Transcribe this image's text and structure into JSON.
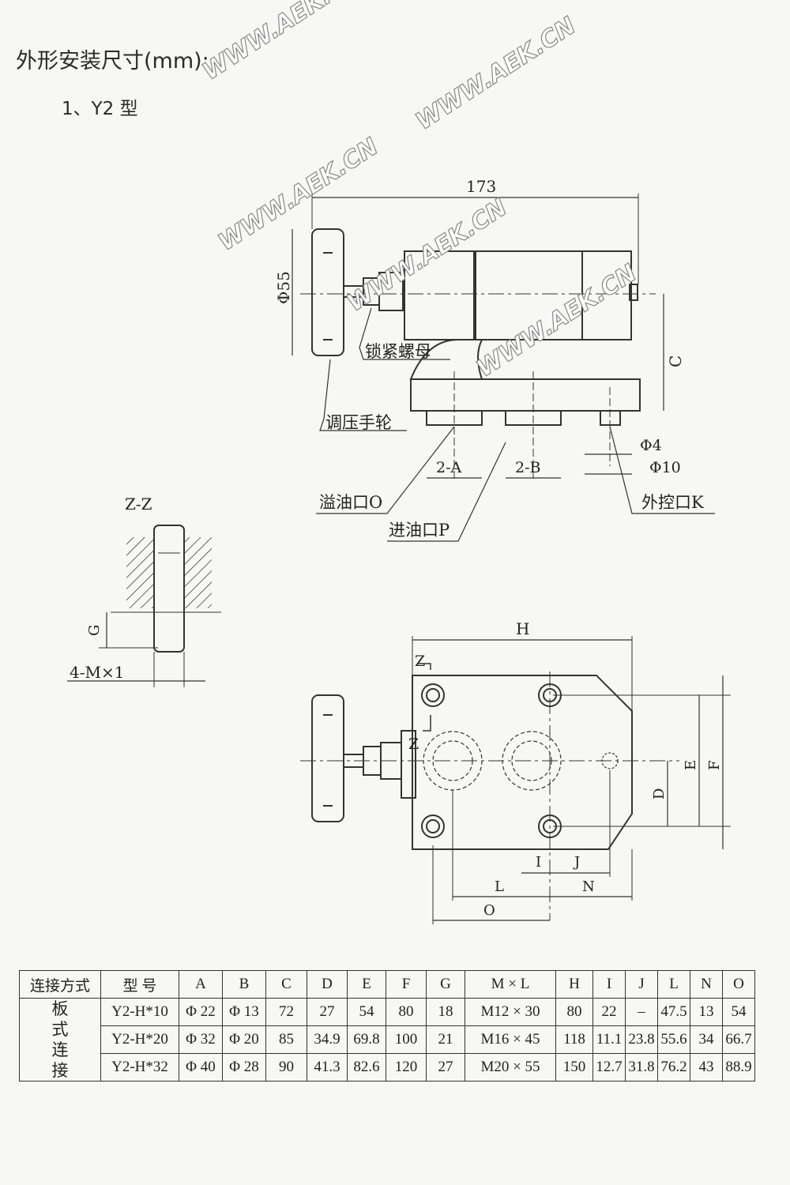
{
  "header": {
    "title": "外形安装尺寸(mm):",
    "subtitle": "1、Y2 型"
  },
  "watermark": "WWW.AEK.CN",
  "drawing": {
    "dim_173": "173",
    "dim_phi55": "Φ55",
    "dim_c": "C",
    "dim_phi4": "Φ4",
    "dim_phi10": "Φ10",
    "dim_2a": "2-A",
    "dim_2b": "2-B",
    "lock_nut": "锁紧螺母",
    "handwheel": "调压手轮",
    "overflow_port": "溢油口O",
    "inlet_port": "进油口P",
    "external_port": "外控口K",
    "section": "Z-Z",
    "dim_g": "G",
    "thread": "4-M×1",
    "dim_h": "H",
    "z1": "Z",
    "z2": "Z",
    "dim_e": "E",
    "dim_f": "F",
    "dim_d": "D",
    "dim_i": "I",
    "dim_j": "J",
    "dim_l": "L",
    "dim_n": "N",
    "dim_o": "O"
  },
  "table": {
    "headers": [
      "连接方式",
      "型 号",
      "A",
      "B",
      "C",
      "D",
      "E",
      "F",
      "G",
      "M × L",
      "H",
      "I",
      "J",
      "L",
      "N",
      "O"
    ],
    "group_label": "板式连接",
    "rows": [
      [
        "Y2-H*10",
        "Φ 22",
        "Φ 13",
        "72",
        "27",
        "54",
        "80",
        "18",
        "M12 × 30",
        "80",
        "22",
        "–",
        "47.5",
        "13",
        "54"
      ],
      [
        "Y2-H*20",
        "Φ 32",
        "Φ 20",
        "85",
        "34.9",
        "69.8",
        "100",
        "21",
        "M16 × 45",
        "118",
        "11.1",
        "23.8",
        "55.6",
        "34",
        "66.7"
      ],
      [
        "Y2-H*32",
        "Φ 40",
        "Φ 28",
        "90",
        "41.3",
        "82.6",
        "120",
        "27",
        "M20 × 55",
        "150",
        "12.7",
        "31.8",
        "76.2",
        "43",
        "88.9"
      ]
    ]
  }
}
